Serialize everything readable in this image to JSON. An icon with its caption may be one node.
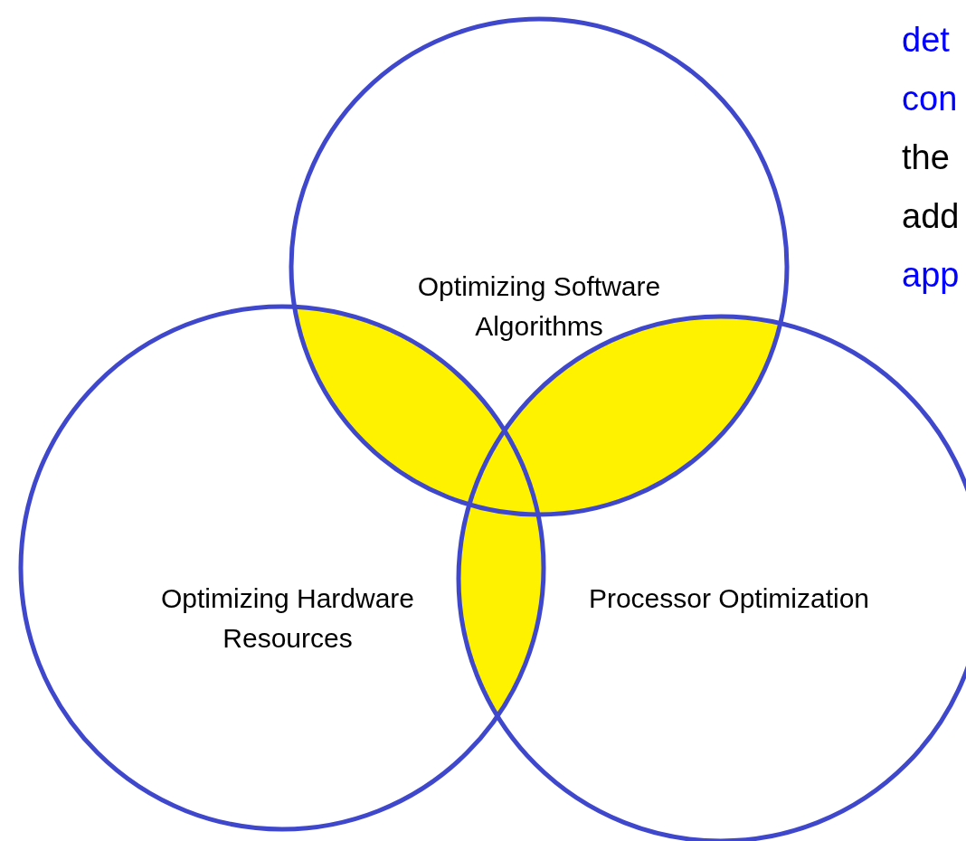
{
  "diagram": {
    "nodes": [
      {
        "text": [
          "Optimizing Software Algorithms"
        ]
      },
      {
        "text": [
          "Optimizing Hardware Resources"
        ]
      },
      {
        "text": [
          "Processor Optimization"
        ]
      }
    ],
    "labels": [
      "det",
      "con",
      "the",
      "add",
      "app"
    ]
  }
}
